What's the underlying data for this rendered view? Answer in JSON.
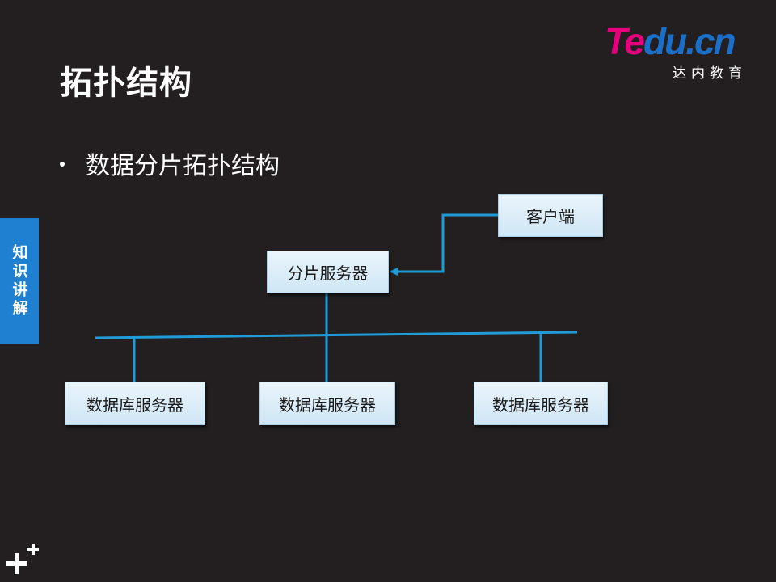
{
  "slide": {
    "title": "拓扑结构",
    "bullet": "数据分片拓扑结构"
  },
  "logo": {
    "part1": "Te",
    "part2": "du",
    "part3": ".cn",
    "subtitle": "达内教育"
  },
  "side_tab": {
    "label": "知识讲解"
  },
  "diagram": {
    "client": "客户端",
    "shard_server": "分片服务器",
    "db_servers": [
      "数据库服务器",
      "数据库服务器",
      "数据库服务器"
    ]
  },
  "colors": {
    "background": "#231f20",
    "line": "#1f9bd7",
    "accent": "#1f7fd0",
    "logo_pink": "#e6007e",
    "logo_blue": "#1a6fc9"
  }
}
